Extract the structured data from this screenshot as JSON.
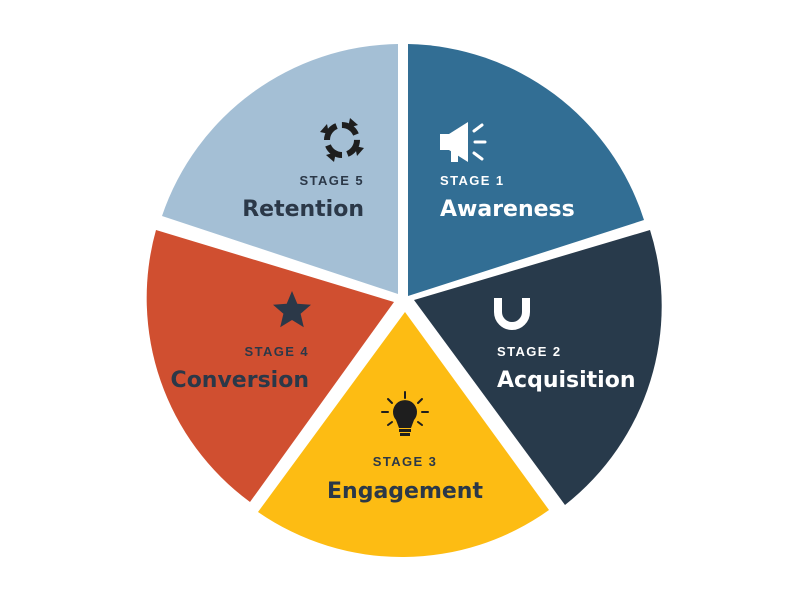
{
  "segments": [
    {
      "stage": "STAGE 1",
      "name": "Awareness",
      "color": "#326e94",
      "text_color": "#ffffff",
      "icon": "megaphone-icon"
    },
    {
      "stage": "STAGE 2",
      "name": "Acquisition",
      "color": "#283a4b",
      "text_color": "#ffffff",
      "icon": "magnet-icon"
    },
    {
      "stage": "STAGE 3",
      "name": "Engagement",
      "color": "#fdbc13",
      "text_color": "#2b3848",
      "icon": "lightbulb-icon"
    },
    {
      "stage": "STAGE 4",
      "name": "Conversion",
      "color": "#d04f30",
      "text_color": "#2b3848",
      "icon": "star-icon"
    },
    {
      "stage": "STAGE 5",
      "name": "Retention",
      "color": "#a4bfd5",
      "text_color": "#2b3848",
      "icon": "cycle-arrows-icon"
    }
  ]
}
